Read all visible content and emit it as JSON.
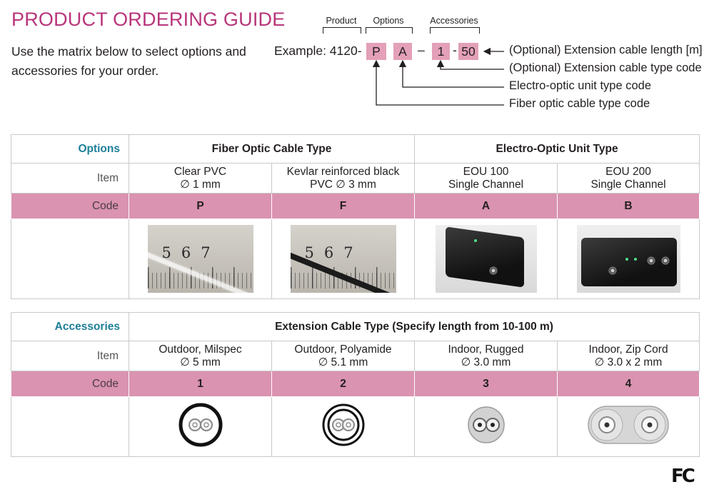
{
  "header": {
    "title": "PRODUCT ORDERING GUIDE",
    "intro": "Use the matrix below to select options and accessories for your order."
  },
  "example": {
    "label": "Example: 4120-",
    "codes": [
      "P",
      "A",
      "1",
      "50"
    ],
    "separator_dash": "–",
    "separator_hyphen": "-",
    "brackets": [
      "Product",
      "Options",
      "Accessories"
    ],
    "callouts": [
      "(Optional) Extension cable length [m]",
      "(Optional) Extension cable type code",
      "Electro-optic unit type code",
      "Fiber optic cable type code"
    ]
  },
  "options_table": {
    "section": "Options",
    "groups": [
      "Fiber Optic Cable Type",
      "Electro-Optic Unit Type"
    ],
    "item_label": "Item",
    "code_label": "Code",
    "items": [
      {
        "line1": "Clear PVC",
        "line2": "∅ 1 mm",
        "code": "P",
        "image": "clear-pvc-fiber-photo"
      },
      {
        "line1": "Kevlar reinforced black",
        "line2": "PVC ∅ 3 mm",
        "code": "F",
        "image": "kevlar-black-fiber-photo"
      },
      {
        "line1": "EOU 100",
        "line2": "Single Channel",
        "code": "A",
        "image": "eou-100-photo"
      },
      {
        "line1": "EOU 200",
        "line2": "Single Channel",
        "code": "B",
        "image": "eou-200-photo"
      }
    ],
    "ruler_digits": "567"
  },
  "accessories_table": {
    "section": "Accessories",
    "group": "Extension Cable Type (Specify length from 10-100 m)",
    "item_label": "Item",
    "code_label": "Code",
    "items": [
      {
        "line1": "Outdoor, Milspec",
        "line2": "∅ 5 mm",
        "code": "1",
        "image": "milspec-cable-cross-section"
      },
      {
        "line1": "Outdoor, Polyamide",
        "line2": "∅ 5.1 mm",
        "code": "2",
        "image": "polyamide-cable-cross-section"
      },
      {
        "line1": "Indoor, Rugged",
        "line2": "∅ 3.0 mm",
        "code": "3",
        "image": "rugged-cable-cross-section"
      },
      {
        "line1": "Indoor, Zip Cord",
        "line2": "∅ 3.0 x 2 mm",
        "code": "4",
        "image": "zip-cord-cable-cross-section"
      }
    ]
  },
  "footer": {
    "mark": "FC"
  },
  "colors": {
    "title": "#b8357a",
    "section_head": "#1d7f97",
    "code_row": "#da93b0",
    "example_box": "#e3a0b8"
  }
}
